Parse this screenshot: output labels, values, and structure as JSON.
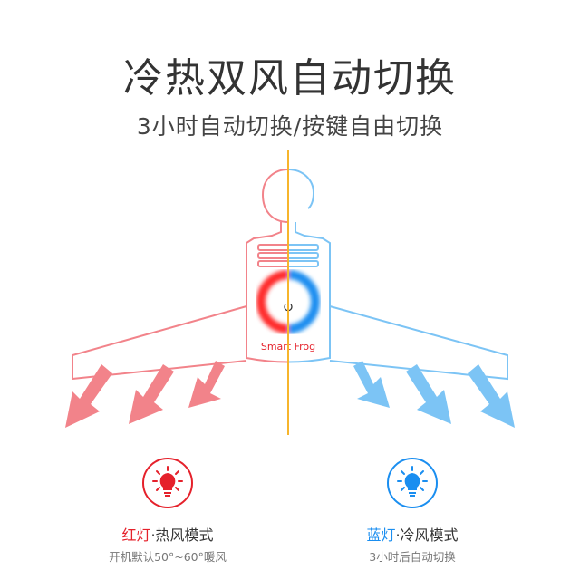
{
  "title": "冷热双风自动切换",
  "subtitle": "3小时自动切换/按键自由切换",
  "product": {
    "logo_text": "Smart Frog"
  },
  "modes": [
    {
      "light": "红灯",
      "separator": "·",
      "mode": "热风模式",
      "description": "开机默认50°~60°暖风",
      "color": "#e5212b",
      "icon": "lightbulb-icon"
    },
    {
      "light": "蓝灯",
      "separator": "·",
      "mode": "冷风模式",
      "description": "3小时后自动切换",
      "color": "#1a8ef0",
      "icon": "lightbulb-icon"
    }
  ],
  "colors": {
    "warm": "#f2838a",
    "cool": "#7cc4f5",
    "divider": "#f7b52c"
  }
}
